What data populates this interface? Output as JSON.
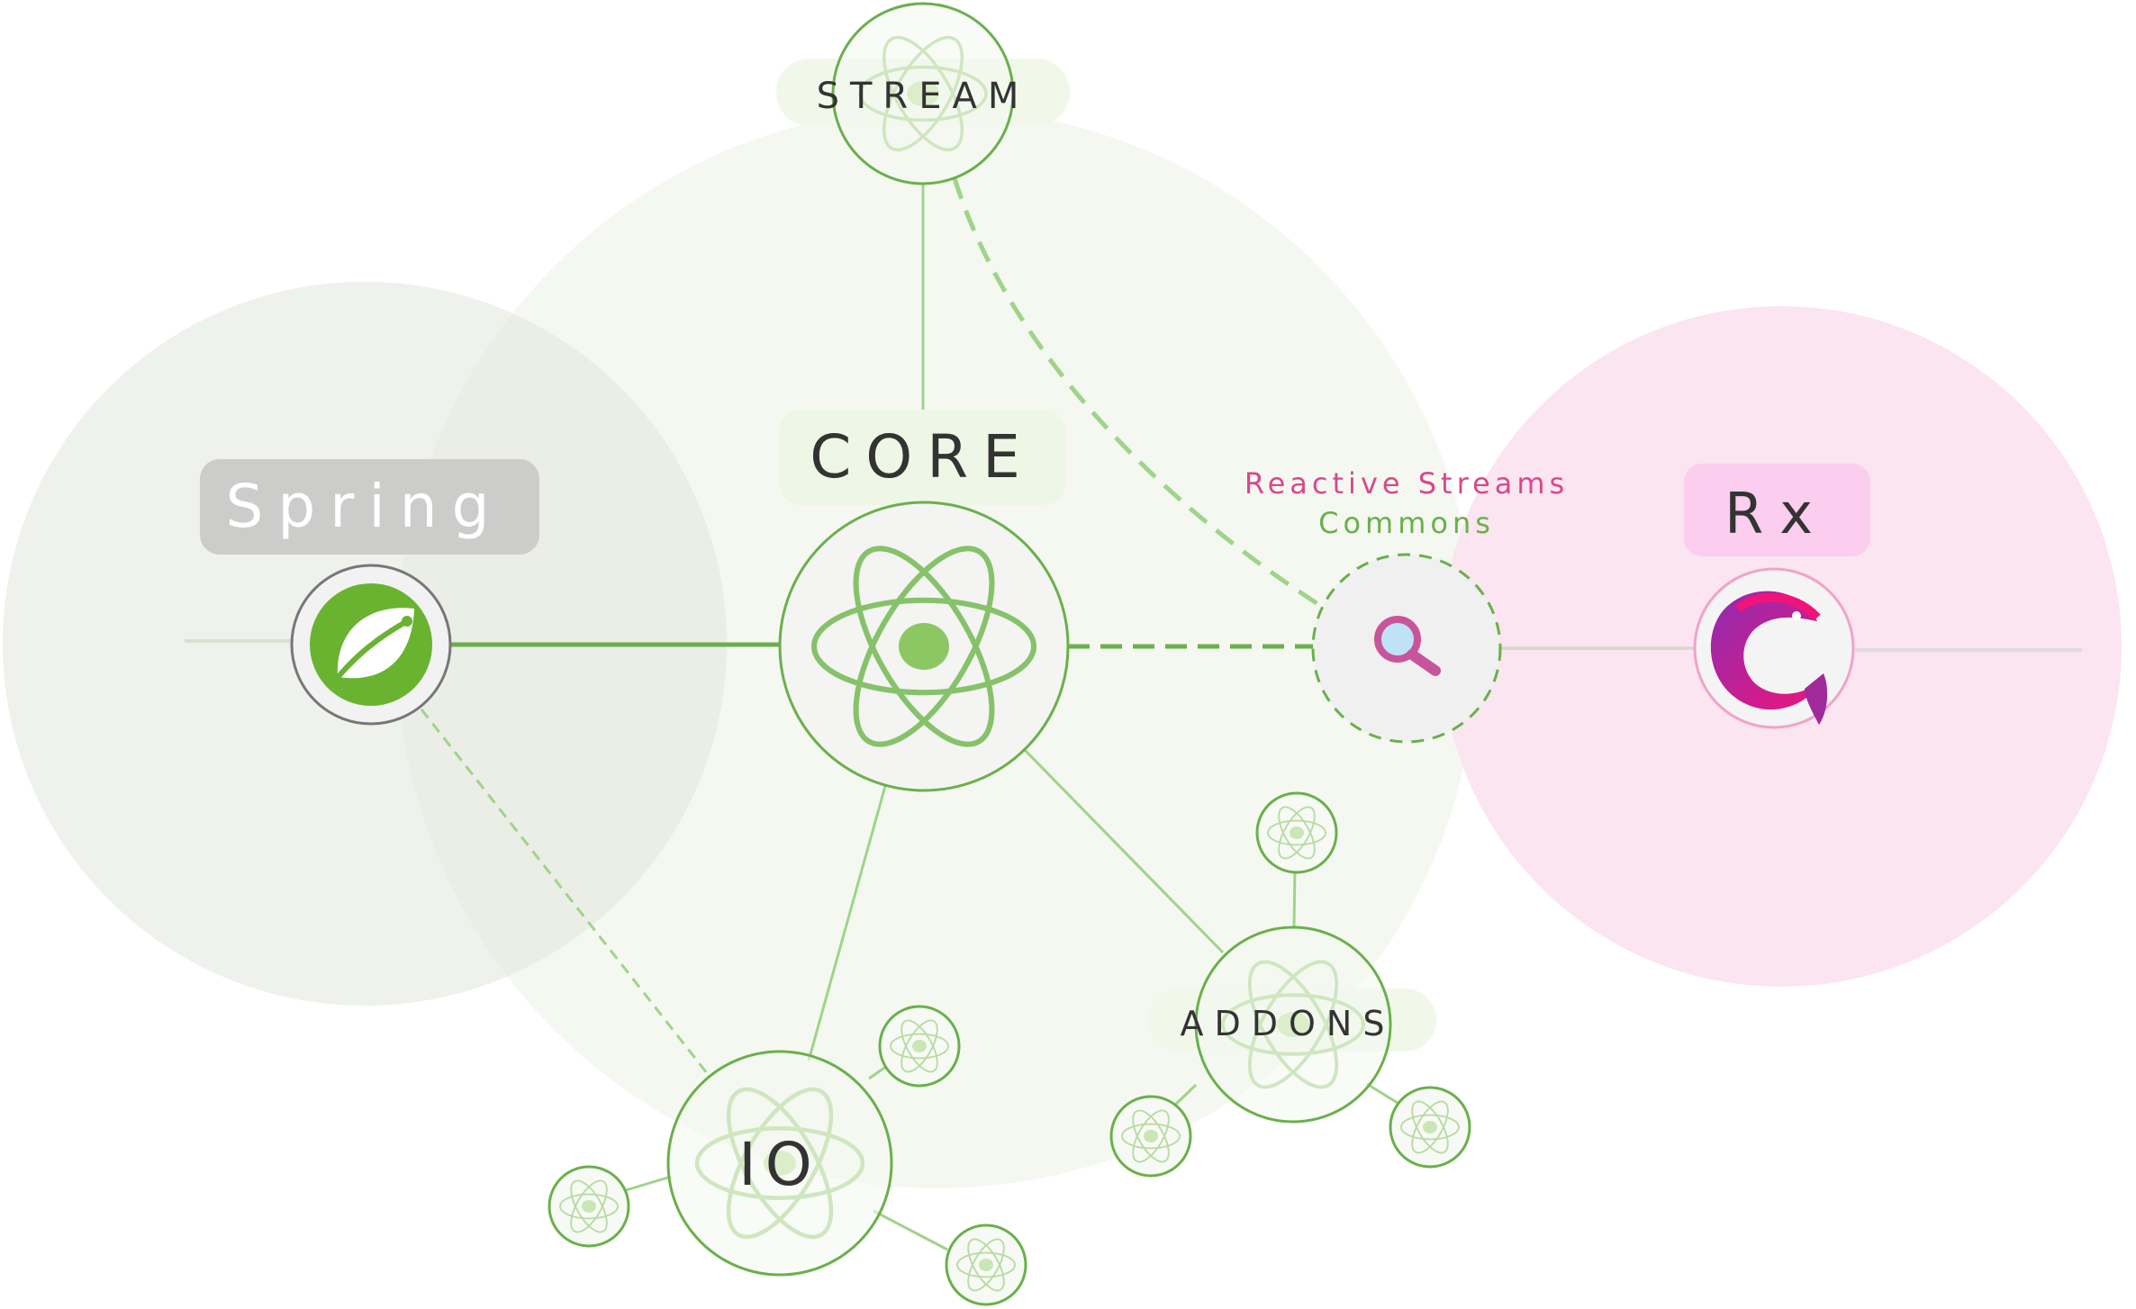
{
  "labels": {
    "stream": "STREAM",
    "core": "CORE",
    "spring": "Spring",
    "rx": "Rx",
    "reactive_streams_line1": "Reactive Streams",
    "reactive_streams_line2": "Commons",
    "addons": "ADDONS",
    "io": "IO"
  },
  "icons": {
    "atom": "atom-icon",
    "spring": "spring-leaf-icon",
    "search": "magnifier-icon",
    "rx": "reactivex-fish-icon"
  },
  "colors": {
    "green": "#6ab04c",
    "green_light": "#9fd48a",
    "green_fill": "#f5f8f1",
    "pink": "#d9488c",
    "pink_fill": "#fbe4ef",
    "gray_fill": "#efefef",
    "label_gray": "#cfcfcf",
    "core_label_bg": "#f1f8ea",
    "rx_label_bg": "#fbd0ee"
  }
}
